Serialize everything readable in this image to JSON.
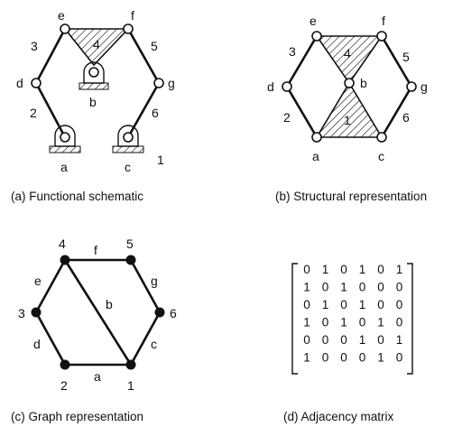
{
  "panels": {
    "a": {
      "caption": "(a) Functional schematic",
      "labels": {
        "e": "e",
        "f": "f",
        "d": "d",
        "g": "g",
        "b": "b",
        "a": "a",
        "c": "c",
        "n1": "1",
        "n2": "2",
        "n3": "3",
        "n4": "4",
        "n5": "5",
        "n6": "6"
      }
    },
    "b": {
      "caption": "(b) Structural representation",
      "labels": {
        "e": "e",
        "f": "f",
        "d": "d",
        "g": "g",
        "b": "b",
        "a": "a",
        "c": "c",
        "n1": "1",
        "n2": "2",
        "n3": "3",
        "n4": "4",
        "n5": "5",
        "n6": "6"
      }
    },
    "c": {
      "caption": "(c) Graph representation",
      "vertex_labels": {
        "v1": "1",
        "v2": "2",
        "v3": "3",
        "v4": "4",
        "v5": "5",
        "v6": "6"
      },
      "edge_labels": {
        "a": "a",
        "b": "b",
        "c": "c",
        "d": "d",
        "e": "e",
        "f": "f",
        "g": "g"
      }
    },
    "d": {
      "caption": "(d) Adjacency matrix",
      "matrix": [
        [
          "0",
          "1",
          "0",
          "1",
          "0",
          "1"
        ],
        [
          "1",
          "0",
          "1",
          "0",
          "0",
          "0"
        ],
        [
          "0",
          "1",
          "0",
          "1",
          "0",
          "0"
        ],
        [
          "1",
          "0",
          "1",
          "0",
          "1",
          "0"
        ],
        [
          "0",
          "0",
          "0",
          "1",
          "0",
          "1"
        ],
        [
          "1",
          "0",
          "0",
          "0",
          "1",
          "0"
        ]
      ]
    }
  }
}
